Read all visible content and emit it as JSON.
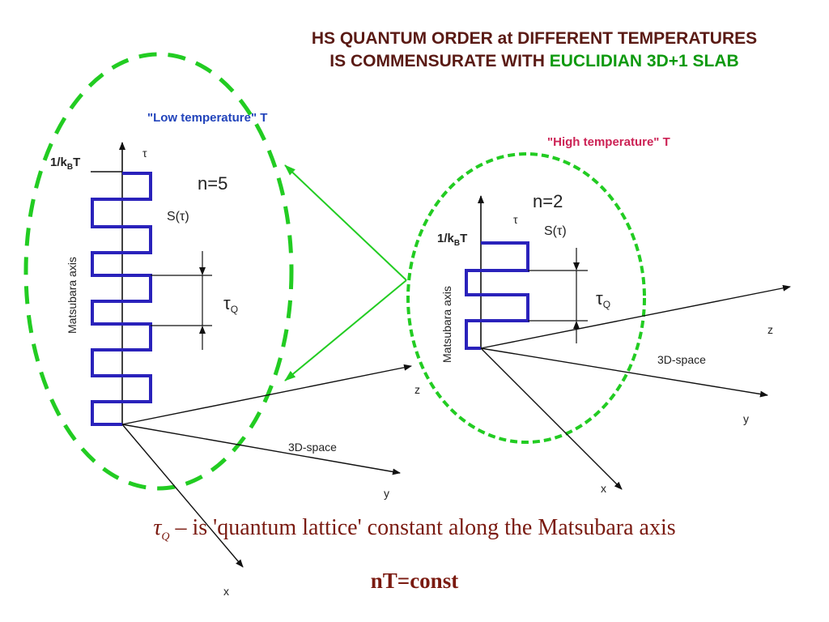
{
  "title": {
    "line1": "HS QUANTUM ORDER at DIFFERENT TEMPERATURES",
    "line2_prefix": "IS COMMENSURATE WITH ",
    "line2_highlight": "EUCLIDIAN 3D+1 SLAB"
  },
  "low": {
    "label": "\"Low temperature\" T",
    "n_label": "n=5",
    "inverse_temp": "1/k",
    "inverse_temp_sub": "B",
    "inverse_temp_tail": "T",
    "tau": "τ",
    "s_tau": "S(τ)",
    "tau_q": "τ",
    "tau_q_sub": "Q",
    "matsubara": "Matsubara axis",
    "space": "3D-space",
    "x": "x",
    "y": "y",
    "z": "z"
  },
  "high": {
    "label": "\"High temperature\" T",
    "n_label": "n=2",
    "inverse_temp": "1/k",
    "inverse_temp_sub": "B",
    "inverse_temp_tail": "T",
    "tau": "τ",
    "s_tau": "S(τ)",
    "tau_q": "τ",
    "tau_q_sub": "Q",
    "matsubara": "Matsubara axis",
    "space": "3D-space",
    "x": "x",
    "y": "y",
    "z": "z"
  },
  "caption": {
    "tau": "τ",
    "tau_sub": "Q",
    "rest": " – is 'quantum lattice' constant along the Matsubara axis",
    "relation": "nT=const"
  },
  "colors": {
    "ellipse": "#22cc22",
    "pulse": "#2a22bb",
    "title": "#5a1a14",
    "highlight": "#0f9a10",
    "low_label": "#2244bb",
    "high_label": "#cc2255"
  }
}
